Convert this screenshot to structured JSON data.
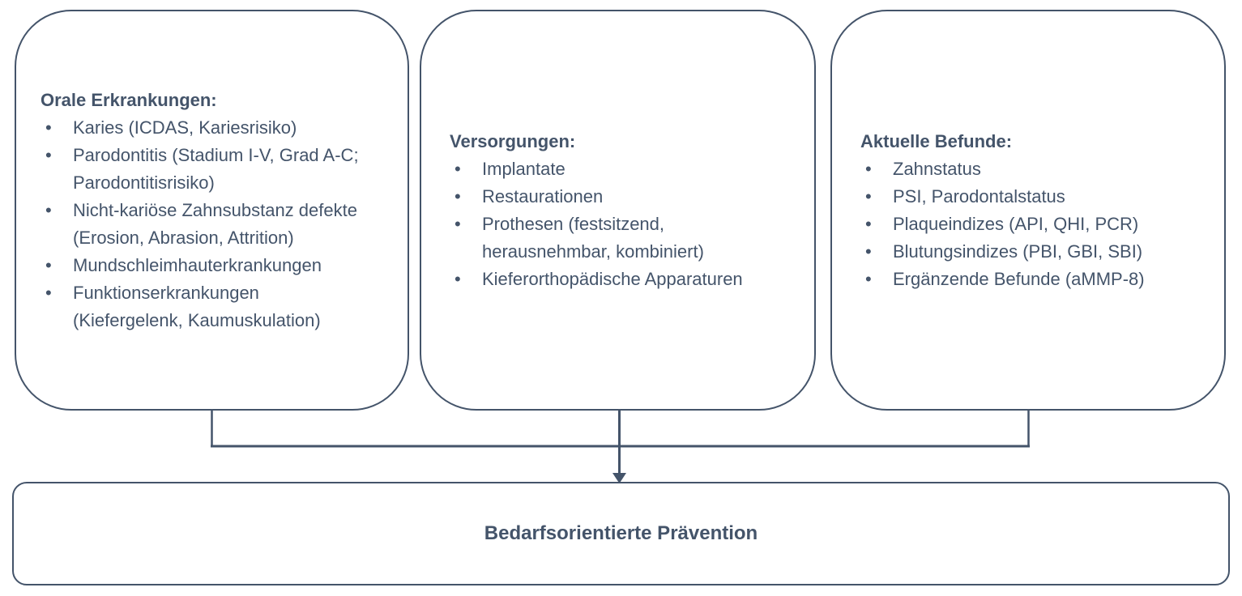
{
  "diagram": {
    "boxes": [
      {
        "title": "Orale Erkrankungen:",
        "items": [
          "Karies (ICDAS, Kariesrisiko)",
          "Parodontitis (Stadium I-V, Grad A-C; Parodontitisrisiko)",
          "Nicht-kariöse Zahnsubstanz defekte (Erosion, Abrasion, Attrition)",
          "Mundschleimhauterkrankungen",
          "Funktionserkrankungen (Kiefergelenk, Kaumuskulation)"
        ]
      },
      {
        "title": "Versorgungen:",
        "items": [
          "Implantate",
          "Restaurationen",
          "Prothesen (festsitzend, herausnehmbar, kombiniert)",
          "Kieferorthopädische Apparaturen"
        ]
      },
      {
        "title": "Aktuelle Befunde:",
        "items": [
          "Zahnstatus",
          "PSI, Parodontalstatus",
          "Plaqueindizes (API, QHI, PCR)",
          "Blutungsindizes (PBI, GBI, SBI)",
          "Ergänzende Befunde (aMMP-8)"
        ]
      }
    ],
    "result_box": {
      "title": "Bedarfsorientierte Prävention"
    },
    "colors": {
      "line": "#44546A",
      "text": "#44546A",
      "background": "#FFFFFF"
    }
  }
}
